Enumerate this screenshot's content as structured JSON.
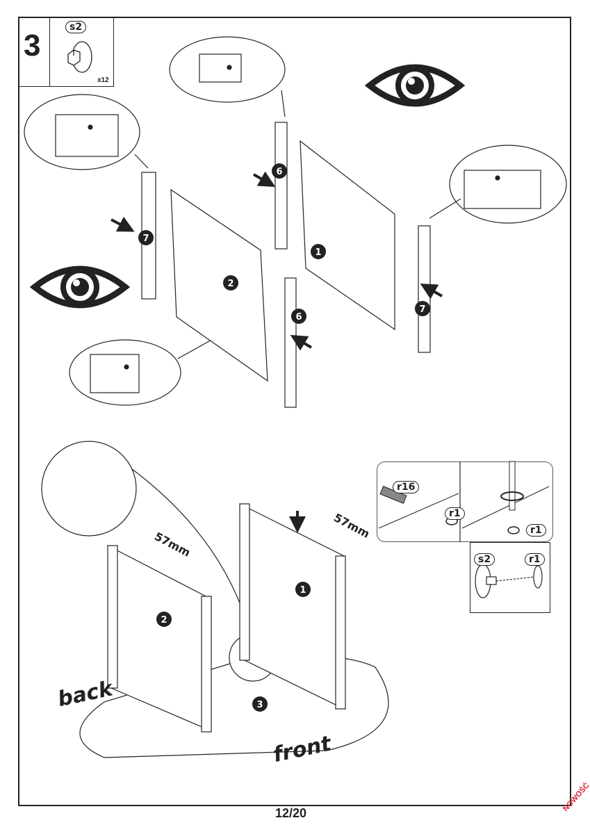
{
  "page": {
    "step_number": "3",
    "page_indicator": "12/20",
    "corner_stamp": "NOWOŚĆ",
    "stamp_color": "#e0203a"
  },
  "parts_box": {
    "part_code": "s2",
    "quantity": "x12"
  },
  "exploded_view": {
    "part_labels": [
      "1",
      "2",
      "6",
      "6",
      "7",
      "7"
    ],
    "icons": [
      "eye-icon",
      "eye-icon"
    ]
  },
  "assembly_view": {
    "part_labels": [
      "1",
      "2",
      "3"
    ],
    "dimension_label_left": "57mm",
    "dimension_label_right": "57mm",
    "direction_back": "back",
    "direction_front": "front"
  },
  "detail_inset": {
    "left_panel_labels": [
      "r16",
      "r1"
    ],
    "right_panel_label": "r1",
    "lower_box_labels": [
      "s2",
      "r1"
    ]
  }
}
